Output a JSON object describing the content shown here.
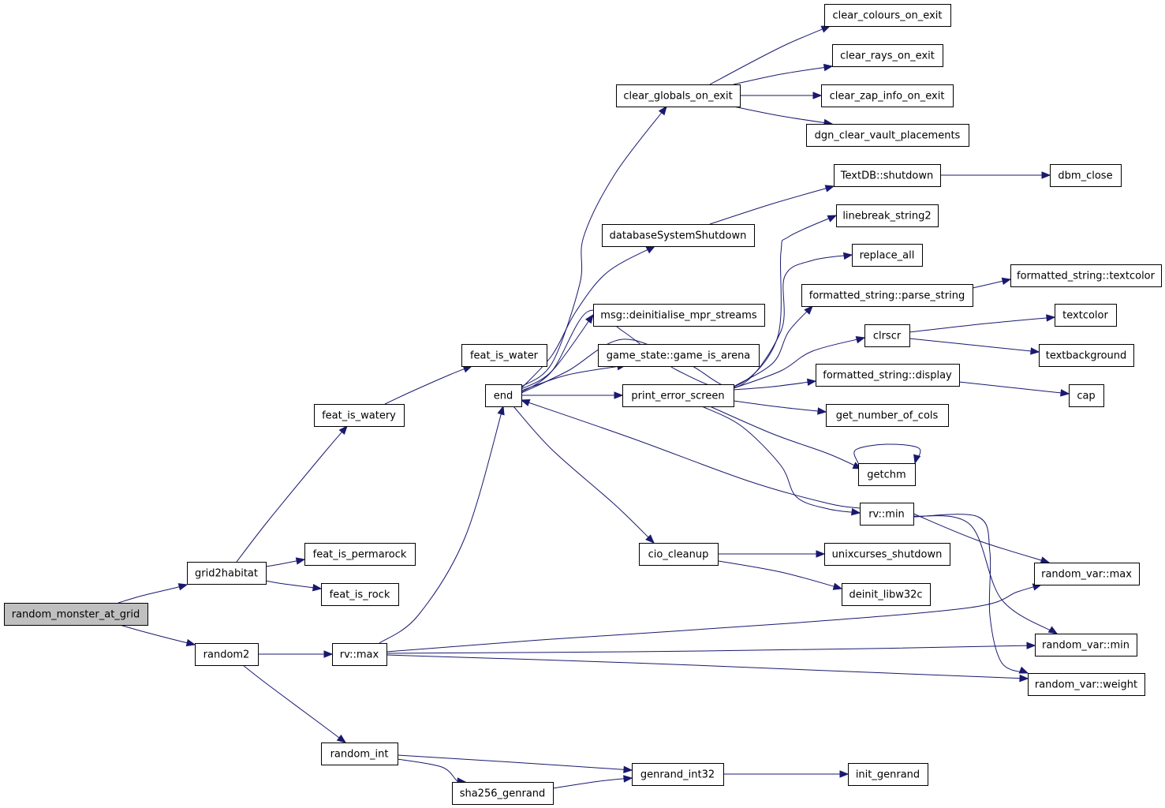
{
  "graph": {
    "edge_color": "#191970",
    "root_fill": "#bfbfbf",
    "nodes": [
      {
        "id": "random_monster_at_grid",
        "label": "random_monster_at_grid",
        "root": true
      },
      {
        "id": "grid2habitat",
        "label": "grid2habitat"
      },
      {
        "id": "random2",
        "label": "random2"
      },
      {
        "id": "feat_is_watery",
        "label": "feat_is_watery"
      },
      {
        "id": "feat_is_permarock",
        "label": "feat_is_permarock"
      },
      {
        "id": "feat_is_rock",
        "label": "feat_is_rock"
      },
      {
        "id": "feat_is_water",
        "label": "feat_is_water"
      },
      {
        "id": "rv_max",
        "label": "rv::max"
      },
      {
        "id": "random_int",
        "label": "random_int"
      },
      {
        "id": "sha256_genrand",
        "label": "sha256_genrand"
      },
      {
        "id": "end",
        "label": "end"
      },
      {
        "id": "clear_globals_on_exit",
        "label": "clear_globals_on_exit"
      },
      {
        "id": "databaseSystemShutdown",
        "label": "databaseSystemShutdown"
      },
      {
        "id": "msg_deinitialise",
        "label": "msg::deinitialise_mpr_streams"
      },
      {
        "id": "game_is_arena",
        "label": "game_state::game_is_arena"
      },
      {
        "id": "print_error_screen",
        "label": "print_error_screen"
      },
      {
        "id": "cio_cleanup",
        "label": "cio_cleanup"
      },
      {
        "id": "genrand_int32",
        "label": "genrand_int32"
      },
      {
        "id": "clear_colours_on_exit",
        "label": "clear_colours_on_exit"
      },
      {
        "id": "clear_rays_on_exit",
        "label": "clear_rays_on_exit"
      },
      {
        "id": "clear_zap_info_on_exit",
        "label": "clear_zap_info_on_exit"
      },
      {
        "id": "dgn_clear_vault_placements",
        "label": "dgn_clear_vault_placements"
      },
      {
        "id": "textdb_shutdown",
        "label": "TextDB::shutdown"
      },
      {
        "id": "linebreak_string2",
        "label": "linebreak_string2"
      },
      {
        "id": "replace_all",
        "label": "replace_all"
      },
      {
        "id": "parse_string",
        "label": "formatted_string::parse_string"
      },
      {
        "id": "clrscr",
        "label": "clrscr"
      },
      {
        "id": "fs_display",
        "label": "formatted_string::display"
      },
      {
        "id": "get_number_of_cols",
        "label": "get_number_of_cols"
      },
      {
        "id": "getchm",
        "label": "getchm"
      },
      {
        "id": "rv_min",
        "label": "rv::min"
      },
      {
        "id": "unixcurses_shutdown",
        "label": "unixcurses_shutdown"
      },
      {
        "id": "deinit_libw32c",
        "label": "deinit_libw32c"
      },
      {
        "id": "init_genrand",
        "label": "init_genrand"
      },
      {
        "id": "dbm_close",
        "label": "dbm_close"
      },
      {
        "id": "fs_textcolor",
        "label": "formatted_string::textcolor"
      },
      {
        "id": "textcolor",
        "label": "textcolor"
      },
      {
        "id": "textbackground",
        "label": "textbackground"
      },
      {
        "id": "cap",
        "label": "cap"
      },
      {
        "id": "random_var_max",
        "label": "random_var::max"
      },
      {
        "id": "random_var_min",
        "label": "random_var::min"
      },
      {
        "id": "random_var_weight",
        "label": "random_var::weight"
      }
    ],
    "edges": [
      {
        "from": "random_monster_at_grid",
        "to": "grid2habitat"
      },
      {
        "from": "random_monster_at_grid",
        "to": "random2"
      },
      {
        "from": "grid2habitat",
        "to": "feat_is_watery"
      },
      {
        "from": "grid2habitat",
        "to": "feat_is_permarock"
      },
      {
        "from": "grid2habitat",
        "to": "feat_is_rock"
      },
      {
        "from": "feat_is_watery",
        "to": "feat_is_water"
      },
      {
        "from": "random2",
        "to": "rv_max"
      },
      {
        "from": "random2",
        "to": "random_int"
      },
      {
        "from": "rv_max",
        "to": "end"
      },
      {
        "from": "rv_max",
        "to": "random_var_max"
      },
      {
        "from": "rv_max",
        "to": "random_var_min"
      },
      {
        "from": "rv_max",
        "to": "random_var_weight"
      },
      {
        "from": "random_int",
        "to": "genrand_int32"
      },
      {
        "from": "random_int",
        "to": "sha256_genrand"
      },
      {
        "from": "sha256_genrand",
        "to": "genrand_int32"
      },
      {
        "from": "genrand_int32",
        "to": "init_genrand"
      },
      {
        "from": "end",
        "to": "clear_globals_on_exit"
      },
      {
        "from": "end",
        "to": "databaseSystemShutdown"
      },
      {
        "from": "end",
        "to": "msg_deinitialise"
      },
      {
        "from": "end",
        "to": "game_is_arena"
      },
      {
        "from": "end",
        "to": "print_error_screen"
      },
      {
        "from": "end",
        "to": "cio_cleanup"
      },
      {
        "from": "end",
        "to": "linebreak_string2"
      },
      {
        "from": "end",
        "to": "replace_all"
      },
      {
        "from": "clear_globals_on_exit",
        "to": "clear_colours_on_exit"
      },
      {
        "from": "clear_globals_on_exit",
        "to": "clear_rays_on_exit"
      },
      {
        "from": "clear_globals_on_exit",
        "to": "clear_zap_info_on_exit"
      },
      {
        "from": "clear_globals_on_exit",
        "to": "dgn_clear_vault_placements"
      },
      {
        "from": "databaseSystemShutdown",
        "to": "textdb_shutdown"
      },
      {
        "from": "textdb_shutdown",
        "to": "dbm_close"
      },
      {
        "from": "print_error_screen",
        "to": "parse_string"
      },
      {
        "from": "print_error_screen",
        "to": "clrscr"
      },
      {
        "from": "print_error_screen",
        "to": "fs_display"
      },
      {
        "from": "print_error_screen",
        "to": "get_number_of_cols"
      },
      {
        "from": "print_error_screen",
        "to": "getchm"
      },
      {
        "from": "print_error_screen",
        "to": "rv_min"
      },
      {
        "from": "parse_string",
        "to": "fs_textcolor"
      },
      {
        "from": "clrscr",
        "to": "textcolor"
      },
      {
        "from": "clrscr",
        "to": "textbackground"
      },
      {
        "from": "fs_display",
        "to": "cap"
      },
      {
        "from": "getchm",
        "to": "getchm"
      },
      {
        "from": "rv_min",
        "to": "end"
      },
      {
        "from": "rv_min",
        "to": "random_var_max"
      },
      {
        "from": "rv_min",
        "to": "random_var_min"
      },
      {
        "from": "rv_min",
        "to": "random_var_weight"
      },
      {
        "from": "cio_cleanup",
        "to": "unixcurses_shutdown"
      },
      {
        "from": "cio_cleanup",
        "to": "deinit_libw32c"
      }
    ]
  }
}
